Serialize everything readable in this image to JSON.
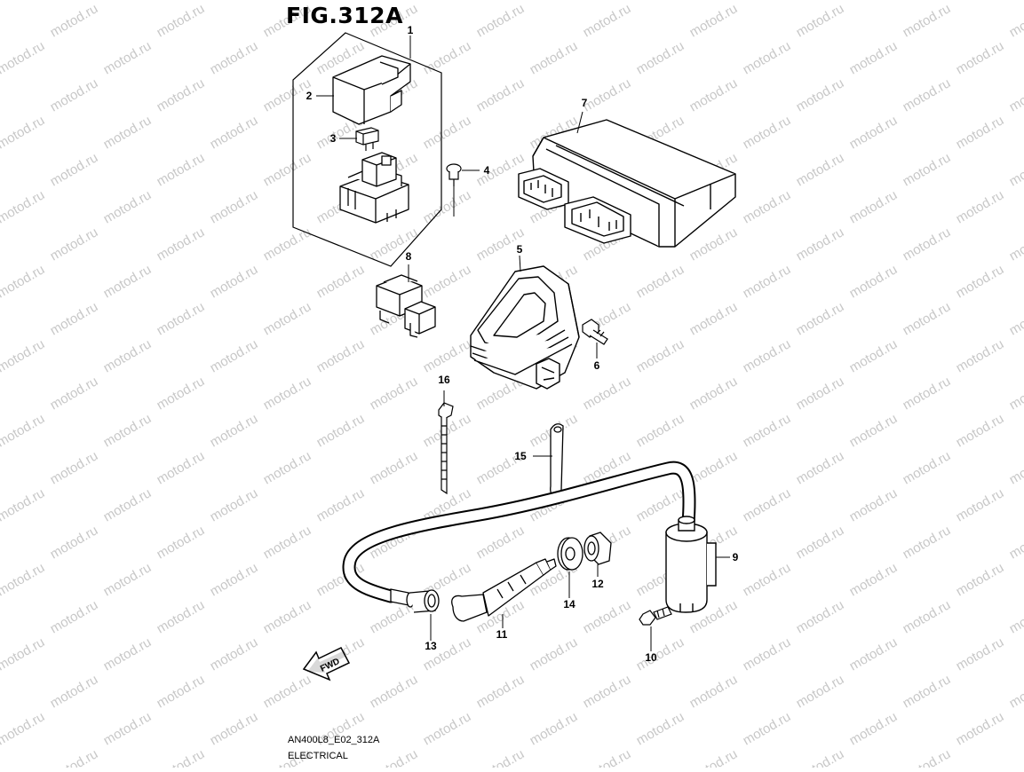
{
  "figure": {
    "title": "FIG.312A",
    "code": "AN400L8_E02_312A",
    "name": "ELECTRICAL",
    "direction_label": "FWD"
  },
  "watermark": {
    "text": "motod.ru",
    "color": "#c8c8c8"
  },
  "callouts": [
    {
      "id": "c1",
      "label": "1"
    },
    {
      "id": "c2",
      "label": "2"
    },
    {
      "id": "c3",
      "label": "3"
    },
    {
      "id": "c4",
      "label": "4"
    },
    {
      "id": "c5",
      "label": "5"
    },
    {
      "id": "c6",
      "label": "6"
    },
    {
      "id": "c7",
      "label": "7"
    },
    {
      "id": "c8",
      "label": "8"
    },
    {
      "id": "c9",
      "label": "9"
    },
    {
      "id": "c10",
      "label": "10"
    },
    {
      "id": "c11",
      "label": "11"
    },
    {
      "id": "c12",
      "label": "12"
    },
    {
      "id": "c13",
      "label": "13"
    },
    {
      "id": "c14",
      "label": "14"
    },
    {
      "id": "c15",
      "label": "15"
    },
    {
      "id": "c16",
      "label": "16"
    }
  ]
}
